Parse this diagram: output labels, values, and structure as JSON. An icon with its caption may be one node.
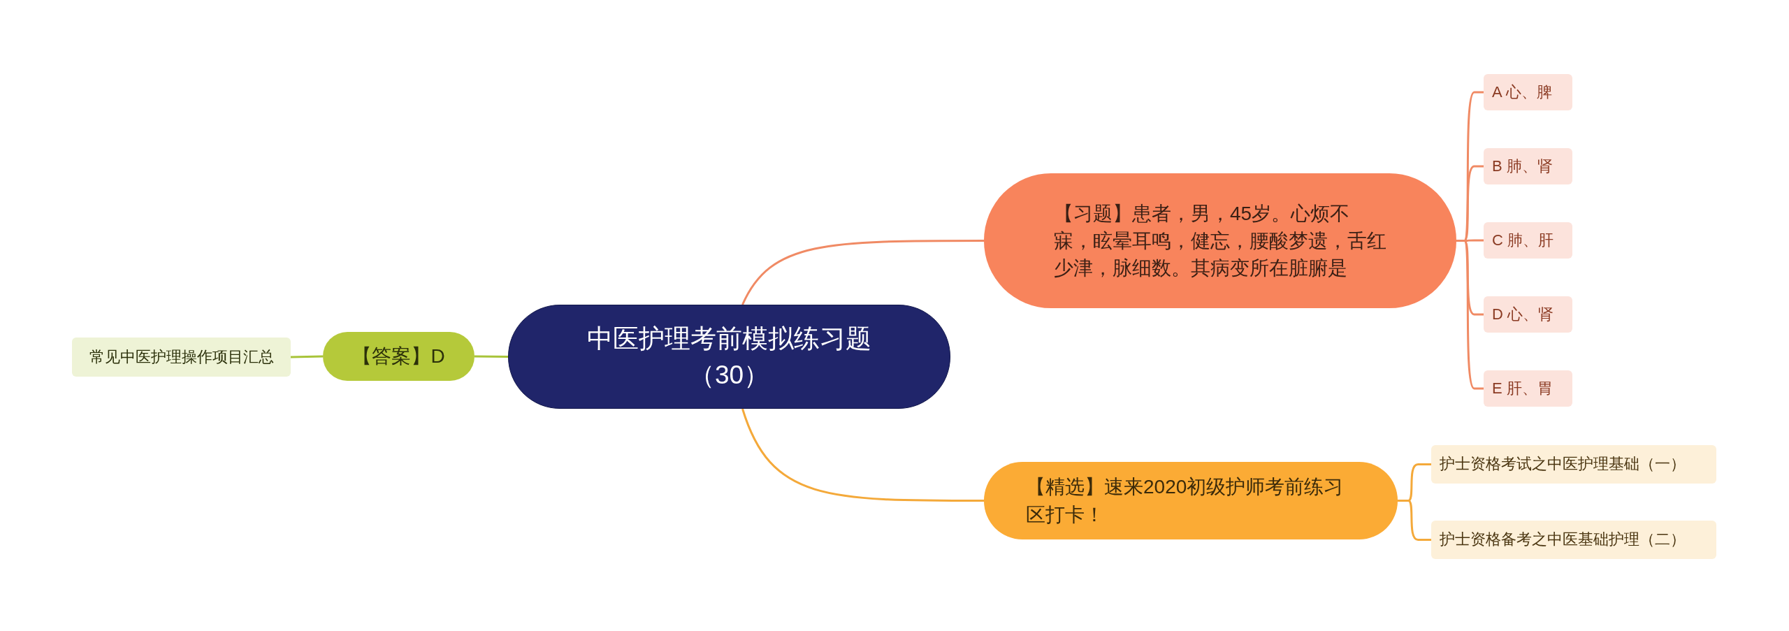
{
  "diagram": {
    "nodes": [
      {
        "text": [
          "中医护理考前模拟练习题（30）"
        ]
      },
      {
        "text": [
          "【习题】患者，男，45岁。心烦不寐，眩晕耳鸣，健忘，腰酸梦遗，舌红少津，脉细数。其病变所在脏腑是"
        ]
      },
      {
        "text": [
          "A 心、脾"
        ]
      },
      {
        "text": [
          "B 肺、肾"
        ]
      },
      {
        "text": [
          "C 肺、肝"
        ]
      },
      {
        "text": [
          "D 心、肾"
        ]
      },
      {
        "text": [
          "E 肝、胃"
        ]
      },
      {
        "text": [
          "【精选】速来2020初级护师考前练习区打卡！"
        ]
      },
      {
        "text": [
          "护士资格考试之中医护理基础（一）"
        ]
      },
      {
        "text": [
          "护士资格备考之中医基础护理（二）"
        ]
      },
      {
        "text": [
          "【答案】D"
        ]
      },
      {
        "text": [
          "常见中医护理操作项目汇总"
        ]
      }
    ],
    "edges": [
      {
        "from": 0,
        "to": 1,
        "arrow": "none"
      },
      {
        "from": 1,
        "to": 2,
        "arrow": "none"
      },
      {
        "from": 1,
        "to": 3,
        "arrow": "none"
      },
      {
        "from": 1,
        "to": 4,
        "arrow": "none"
      },
      {
        "from": 1,
        "to": 5,
        "arrow": "none"
      },
      {
        "from": 1,
        "to": 6,
        "arrow": "none"
      },
      {
        "from": 0,
        "to": 7,
        "arrow": "none",
        "color": "#f4a93a"
      },
      {
        "from": 7,
        "to": 8,
        "arrow": "none",
        "color": "#f4a93a"
      },
      {
        "from": 7,
        "to": 9,
        "arrow": "none",
        "color": "#f4a93a"
      },
      {
        "from": 0,
        "to": 10,
        "arrow": "none",
        "color": "#a8c43a"
      },
      {
        "from": 10,
        "to": 11,
        "arrow": "none",
        "color": "#a8c43a"
      }
    ]
  }
}
